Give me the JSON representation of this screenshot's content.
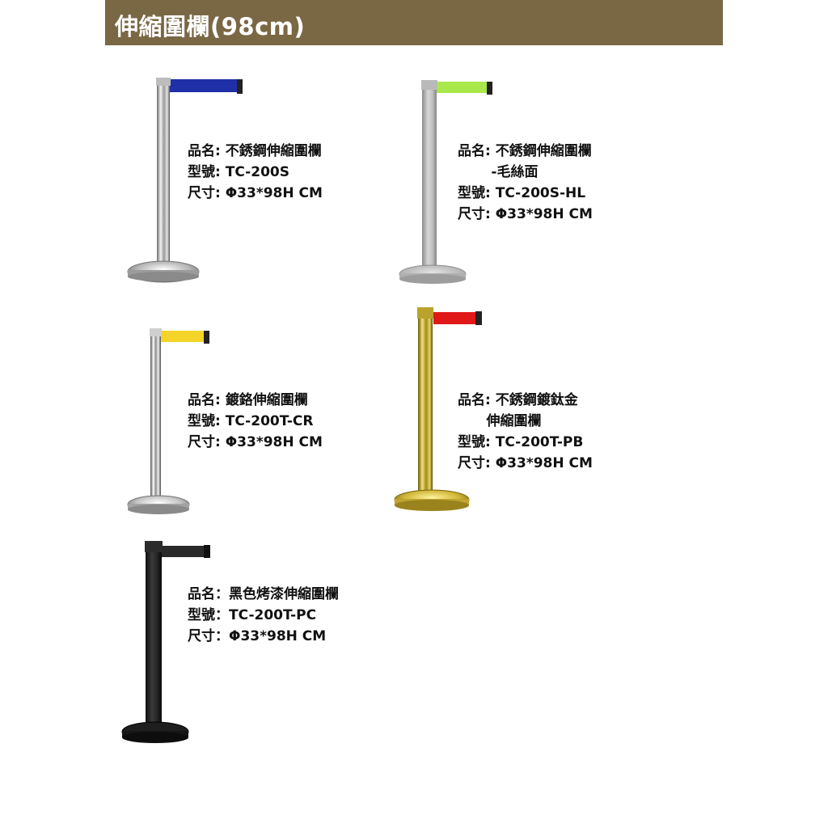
{
  "header": {
    "title": "伸縮圍欄(98cm)"
  },
  "products": [
    {
      "id": "tc-200s",
      "belt_color": "#1f2fa8",
      "finish": "polished-steel",
      "lines": [
        "品名: 不銹鋼伸縮圍欄",
        "型號: TC-200S",
        "尺寸: Φ33*98H CM"
      ]
    },
    {
      "id": "tc-200s-hl",
      "belt_color": "#a8e84a",
      "finish": "brushed-steel",
      "lines": [
        "品名: 不銹鋼伸縮圍欄",
        "       -毛絲面",
        "型號: TC-200S-HL",
        "尺寸: Φ33*98H CM"
      ]
    },
    {
      "id": "tc-200t-cr",
      "belt_color": "#f5d42a",
      "finish": "chrome",
      "lines": [
        "品名: 鍍鉻伸縮圍欄",
        "型號: TC-200T-CR",
        "尺寸: Φ33*98H CM"
      ]
    },
    {
      "id": "tc-200t-pb",
      "belt_color": "#e01818",
      "finish": "titanium-gold",
      "lines": [
        "品名: 不銹鋼鍍鈦金",
        "      伸縮圍欄",
        "型號: TC-200T-PB",
        "尺寸: Φ33*98H CM"
      ]
    },
    {
      "id": "tc-200t-pc",
      "belt_color": "#2a2a2a",
      "finish": "black-paint",
      "lines": [
        "品名：黑色烤漆伸縮圍欄",
        "型號：TC-200T-PC",
        "尺寸：Φ33*98H CM"
      ]
    }
  ]
}
